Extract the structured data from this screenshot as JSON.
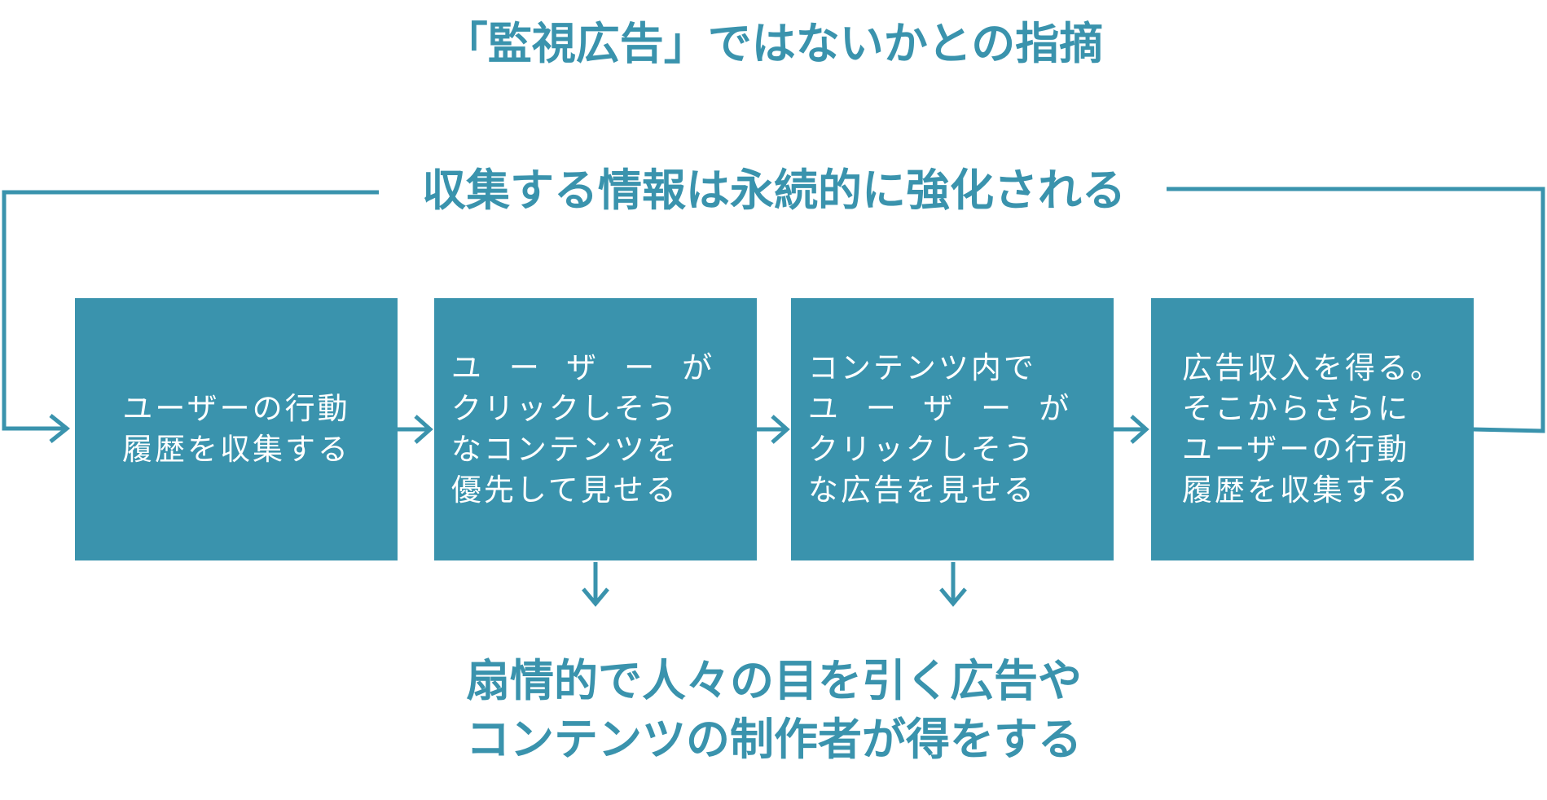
{
  "title": "「監視広告」ではないかとの指摘",
  "loop_label": "収集する情報は永続的に強化される",
  "boxes": [
    {
      "lines": [
        "ユーザーの行動",
        "履歴を収集する"
      ]
    },
    {
      "lines": [
        "ユーザーが",
        "クリックしそう",
        "なコンテンツを",
        "優先して見せる"
      ]
    },
    {
      "lines": [
        "コンテンツ内で",
        "ユーザーが",
        "クリックしそう",
        "な広告を見せる"
      ]
    },
    {
      "lines": [
        "広告収入を得る。",
        "そこからさらに",
        "ユーザーの行動",
        "履歴を収集する"
      ]
    }
  ],
  "outcome": {
    "line1": "扇情的で人々の目を引く広告や",
    "line2": "コンテンツの制作者が得をする"
  },
  "colors": {
    "accent": "#3a93ad",
    "box_text": "#ffffff",
    "background": "#ffffff"
  }
}
